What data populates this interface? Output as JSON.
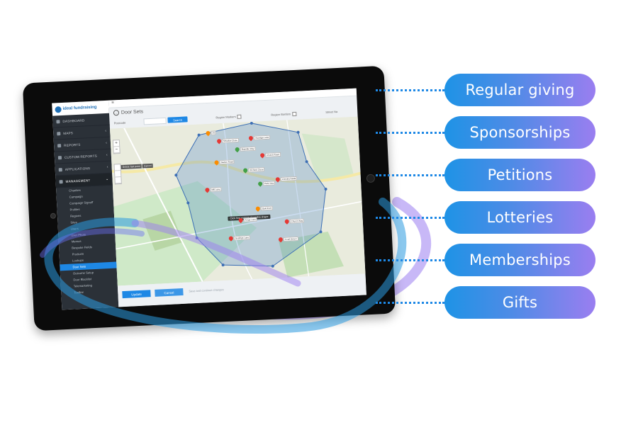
{
  "app": {
    "logo_text": "ideal fundraising",
    "menu_toggle": "≡",
    "page_title": "Door Sets",
    "back_icon": "‹"
  },
  "sidebar": {
    "items": [
      {
        "label": "DASHBOARD",
        "chevron": ""
      },
      {
        "label": "MAPS",
        "chevron": "‹"
      },
      {
        "label": "REPORTS",
        "chevron": "‹"
      },
      {
        "label": "CUSTOM REPORTS",
        "chevron": "‹"
      },
      {
        "label": "APPLICATIONS",
        "chevron": "‹"
      },
      {
        "label": "MANAGEMENT",
        "chevron": "⌄"
      }
    ],
    "sub_items": [
      "Charities",
      "Campaign",
      "Campaign Signoff",
      "Profiles",
      "Regions",
      "Sites",
      "Users",
      "User Photo",
      "Memos",
      "Bespoke Fields",
      "Products",
      "Lookups",
      "Door Sets",
      "Outcome Setup",
      "Door Blacklist",
      "Telemarketing",
      "Toolbar"
    ],
    "active_sub": "Door Sets"
  },
  "filters": {
    "postcode_label": "Postcode",
    "search_button": "Search",
    "region_markers_label": "Region Markers",
    "region_borders_label": "Region Borders",
    "street_names_label": "Street Na"
  },
  "map": {
    "zoom_in": "+",
    "zoom_out": "−",
    "delete_last_point": "Delete last point",
    "cancel": "Cancel",
    "tooltip": "Click first point to close this shape",
    "markers": [
      {
        "label": "25",
        "color": "orange"
      },
      {
        "label": "Meadow Close",
        "color": "red"
      },
      {
        "label": "Vicarage Lane",
        "color": "red"
      },
      {
        "label": "Bramble Way",
        "color": "green"
      },
      {
        "label": "Church Road",
        "color": "red"
      },
      {
        "label": "Station Road",
        "color": "orange"
      },
      {
        "label": "Orchard Close",
        "color": "green"
      },
      {
        "label": "Mill Lane",
        "color": "red"
      },
      {
        "label": "Park View",
        "color": "green"
      },
      {
        "label": "Chestnut Walk",
        "color": "red"
      },
      {
        "label": "Forge Lane",
        "color": "red"
      },
      {
        "label": "Oak Drive",
        "color": "orange"
      },
      {
        "label": "Church Way",
        "color": "red"
      },
      {
        "label": "Court Green",
        "color": "red"
      },
      {
        "label": "Goslings Lane",
        "color": "red"
      }
    ]
  },
  "bottom": {
    "update_button": "Update",
    "cancel_button": "Cancel",
    "note": "Save and continue changes"
  },
  "features": [
    "Regular giving",
    "Sponsorships",
    "Petitions",
    "Lotteries",
    "Memberships",
    "Gifts"
  ],
  "colors": {
    "pill_start": "#1e93e6",
    "pill_end": "#9a7ef0",
    "dots": "#1e88e5",
    "sidebar_bg": "#2b3138",
    "accent_blue": "#1e88e5"
  }
}
